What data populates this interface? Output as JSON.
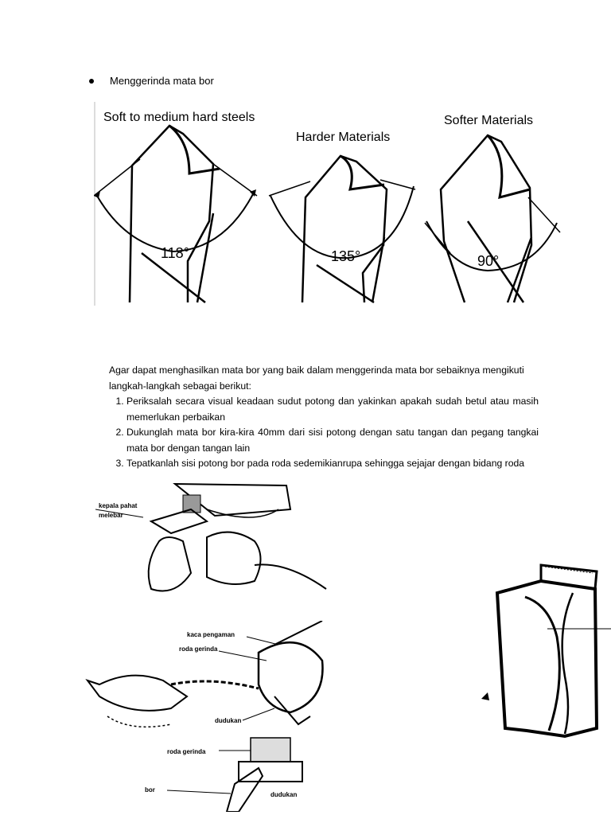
{
  "heading": {
    "bullet_text": "Menggerinda mata bor"
  },
  "figure_drill_angles": {
    "panels": [
      {
        "title": "Soft to medium hard steels",
        "angle": "118°"
      },
      {
        "title": "Harder Materials",
        "angle": "135°"
      },
      {
        "title": "Softer Materials",
        "angle": "90°"
      }
    ]
  },
  "instructions": {
    "intro": "Agar dapat menghasilkan mata bor yang baik dalam menggerinda mata bor sebaiknya mengikuti langkah-langkah sebagai berikut:",
    "steps": [
      "Periksalah secara visual keadaan sudut potong dan yakinkan apakah sudah betul atau masih memerlukan perbaikan",
      "Dukunglah mata bor kira-kira 40mm dari sisi potong dengan satu tangan dan pegang tangkai mata bor dengan tangan lain",
      "Tepatkanlah sisi potong bor pada roda sedemikianrupa sehingga sejajar dengan bidang roda"
    ]
  },
  "illustrations": {
    "fig1_labels": [
      "kepala pahat",
      "melebar"
    ],
    "fig2_labels": [
      "kaca pengaman",
      "roda gerinda",
      "dudukan"
    ],
    "fig3_labels": [
      "roda gerinda",
      "bor",
      "dudukan"
    ]
  }
}
